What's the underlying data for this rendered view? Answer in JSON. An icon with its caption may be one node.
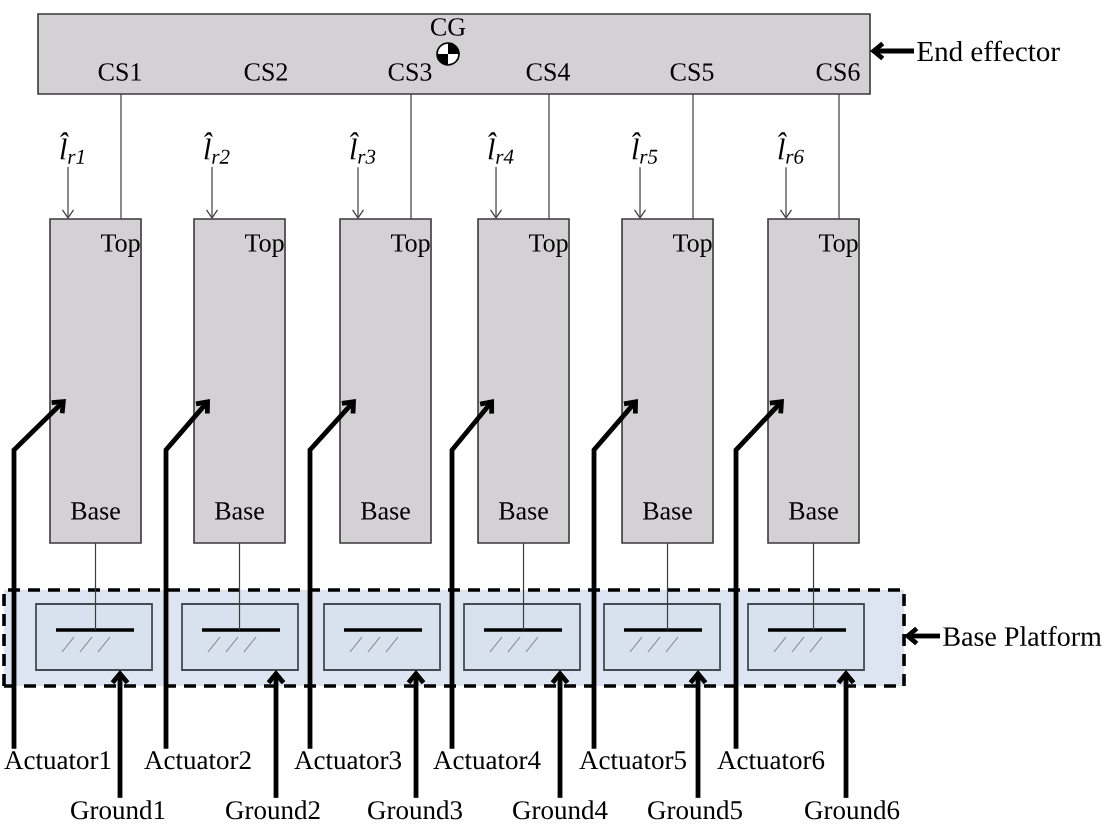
{
  "diagram": {
    "nodes": [
      {
        "text": [
          "CG",
          "CS1",
          "CS2",
          "CS3",
          "CS4",
          "CS5",
          "CS6"
        ]
      },
      {
        "text": [
          "End effector"
        ]
      },
      {
        "text": [
          "l̂$_{r1}$"
        ]
      },
      {
        "text": [
          "l̂$_{r2}$"
        ]
      },
      {
        "text": [
          "l̂$_{r3}$"
        ]
      },
      {
        "text": [
          "l̂$_{r4}$"
        ]
      },
      {
        "text": [
          "l̂$_{r5}$"
        ]
      },
      {
        "text": [
          "l̂$_{r6}$"
        ]
      },
      {
        "text": [
          "Top",
          "Base"
        ]
      },
      {
        "text": [
          "Top",
          "Base"
        ]
      },
      {
        "text": [
          "Top",
          "Base"
        ]
      },
      {
        "text": [
          "Top",
          "Base"
        ]
      },
      {
        "text": [
          "Top",
          "Base"
        ]
      },
      {
        "text": [
          "Top",
          "Base"
        ]
      },
      {
        "text": [],
        "shape": "box"
      },
      {
        "text": [],
        "shape": "box",
        "in": 14
      },
      {
        "text": [],
        "shape": "box",
        "in": 14
      },
      {
        "text": [],
        "shape": "box",
        "in": 14
      },
      {
        "text": [],
        "shape": "box",
        "in": 14
      },
      {
        "text": [],
        "shape": "box",
        "in": 14
      },
      {
        "text": [],
        "shape": "box",
        "in": 14
      },
      {
        "text": [
          "Base Platform"
        ]
      },
      {
        "text": [
          "Actuator1"
        ]
      },
      {
        "text": [
          "Actuator2"
        ]
      },
      {
        "text": [
          "Actuator3"
        ]
      },
      {
        "text": [
          "Actuator4"
        ]
      },
      {
        "text": [
          "Actuator5"
        ]
      },
      {
        "text": [
          "Actuator6"
        ]
      },
      {
        "text": [
          "Ground1"
        ]
      },
      {
        "text": [
          "Ground2"
        ]
      },
      {
        "text": [
          "Ground3"
        ]
      },
      {
        "text": [
          "Ground4"
        ]
      },
      {
        "text": [
          "Ground5"
        ]
      },
      {
        "text": [
          "Ground6"
        ]
      }
    ],
    "edges": [
      {
        "from": 0,
        "to": 8,
        "arrow": "none"
      },
      {
        "from": 0,
        "to": 10,
        "arrow": "none"
      },
      {
        "from": 0,
        "to": 11,
        "arrow": "none"
      },
      {
        "from": 0,
        "to": 12,
        "arrow": "none"
      },
      {
        "from": 0,
        "to": 13,
        "arrow": "none"
      },
      {
        "from": 1,
        "to": 0,
        "arrow": "to",
        "style": "thick"
      },
      {
        "from": 2,
        "to": 8,
        "arrow": "to"
      },
      {
        "from": 3,
        "to": 9,
        "arrow": "to"
      },
      {
        "from": 4,
        "to": 10,
        "arrow": "to"
      },
      {
        "from": 5,
        "to": 11,
        "arrow": "to"
      },
      {
        "from": 6,
        "to": 12,
        "arrow": "to"
      },
      {
        "from": 7,
        "to": 13,
        "arrow": "to"
      },
      {
        "from": 8,
        "to": 15,
        "arrow": "none"
      },
      {
        "from": 9,
        "to": 16,
        "arrow": "none"
      },
      {
        "from": 11,
        "to": 18,
        "arrow": "none"
      },
      {
        "from": 12,
        "to": 19,
        "arrow": "none"
      },
      {
        "from": 13,
        "to": 20,
        "arrow": "none"
      },
      {
        "from": 21,
        "to": 14,
        "arrow": "to",
        "style": "thick"
      },
      {
        "from": 22,
        "to": 8,
        "arrow": "to",
        "style": "thick"
      },
      {
        "from": 23,
        "to": 9,
        "arrow": "to",
        "style": "thick"
      },
      {
        "from": 24,
        "to": 10,
        "arrow": "to",
        "style": "thick"
      },
      {
        "from": 25,
        "to": 11,
        "arrow": "to",
        "style": "thick"
      },
      {
        "from": 26,
        "to": 12,
        "arrow": "to",
        "style": "thick"
      },
      {
        "from": 27,
        "to": 13,
        "arrow": "to",
        "style": "thick"
      },
      {
        "from": 28,
        "to": 15,
        "arrow": "to",
        "style": "thick"
      },
      {
        "from": 29,
        "to": 16,
        "arrow": "to",
        "style": "thick"
      },
      {
        "from": 30,
        "to": 17,
        "arrow": "to",
        "style": "thick"
      },
      {
        "from": 31,
        "to": 18,
        "arrow": "to",
        "style": "thick"
      },
      {
        "from": 32,
        "to": 19,
        "arrow": "to",
        "style": "thick"
      },
      {
        "from": 33,
        "to": 20,
        "arrow": "to",
        "style": "thick"
      }
    ]
  }
}
